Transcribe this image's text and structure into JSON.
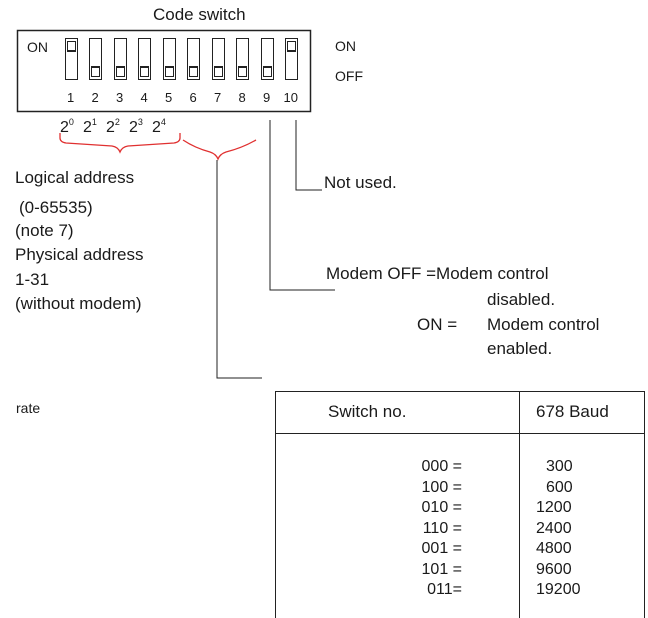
{
  "title": "Code switch",
  "labels": {
    "on_left": "ON",
    "on_right": "ON",
    "off_right": "OFF"
  },
  "switch_numbers": [
    "1",
    "2",
    "3",
    "4",
    "5",
    "6",
    "7",
    "8",
    "9",
    "10"
  ],
  "switch_states": [
    "on",
    "off",
    "off",
    "off",
    "off",
    "off",
    "off",
    "off",
    "off",
    "on"
  ],
  "bit_base": "2",
  "bit_exponents": [
    "0",
    "1",
    "2",
    "3",
    "4"
  ],
  "address_text": {
    "line1": "Logical address",
    "line2": "(0-65535)",
    "line3": "(note 7)",
    "line4": "Physical address",
    "line5": "1-31",
    "line6": "(without modem)"
  },
  "not_used": "Not used.",
  "modem": {
    "line1": "Modem OFF =Modem control",
    "line2": "disabled.",
    "line3_left": "ON =",
    "line3_right": "Modem control",
    "line4": "enabled."
  },
  "rate_label": "rate",
  "table": {
    "header_switch": "Switch no.",
    "header_baud": "678  Baud",
    "rows": [
      {
        "code": "000 =",
        "baud": "300"
      },
      {
        "code": "100 =",
        "baud": "600"
      },
      {
        "code": "010 =",
        "baud": "1200"
      },
      {
        "code": "110 =",
        "baud": "2400"
      },
      {
        "code": "001 =",
        "baud": "4800"
      },
      {
        "code": "101 =",
        "baud": "9600"
      },
      {
        "code": "011=",
        "baud": "19200"
      }
    ]
  }
}
